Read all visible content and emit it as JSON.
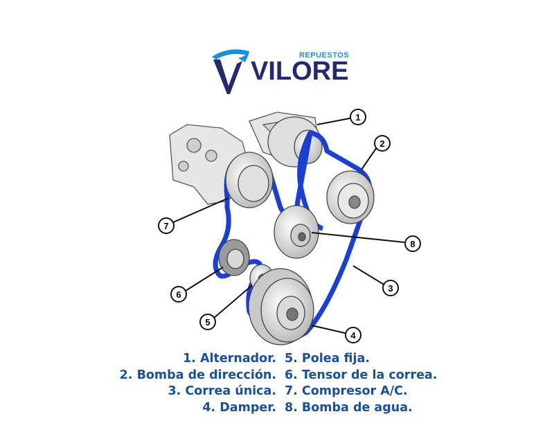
{
  "logo": {
    "small_text": "REPUESTOS",
    "big_text": "VILORE"
  },
  "callouts": [
    "1",
    "2",
    "3",
    "4",
    "5",
    "6",
    "7",
    "8"
  ],
  "legend": {
    "left": [
      "1. Alternador.",
      "2. Bomba de dirección.",
      "3. Correa única.",
      "4. Damper."
    ],
    "right": [
      "5. Polea fija.",
      "6. Tensor de la correa.",
      "7. Compresor A/C.",
      "8. Bomba de agua."
    ]
  },
  "colors": {
    "belt": "#1a3fd6",
    "legend_text": "#1a4f9c",
    "logo_dark": "#242a72",
    "logo_light": "#1d8fd8"
  }
}
